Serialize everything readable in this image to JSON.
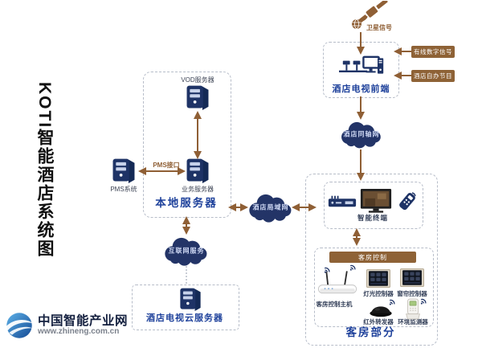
{
  "title": "KOTI智能酒店系统图",
  "logo": {
    "name": "中国智能产业网",
    "url": "www.zhineng.com.cn"
  },
  "labels": {
    "satellite": "卫星信号",
    "frontend": "酒店电视前端",
    "cable": "有线数字信号",
    "own_program": "酒店自办节目",
    "coax": "酒店同轴网",
    "lan": "酒店局域网",
    "internet": "互联网服务",
    "vod": "VOD服务器",
    "pms_if": "PMS接口",
    "biz": "业务服务器",
    "pms": "PMS系统",
    "local": "本地服务器",
    "cloud_server": "酒店电视云服务器",
    "terminal": "智能终端",
    "room_ctrl": "客房控制",
    "host": "客房控制主机",
    "light": "灯光控制器",
    "curtain": "窗帘控制器",
    "ir": "红外转发器",
    "env": "环境监测器",
    "room": "客房部分"
  },
  "colors": {
    "line_brown": "#8f5f35",
    "badge_brown": "#8e6236",
    "cloud_navy": "#233467",
    "device_navy": "#1e3366",
    "label_blue": "#1e419b"
  }
}
